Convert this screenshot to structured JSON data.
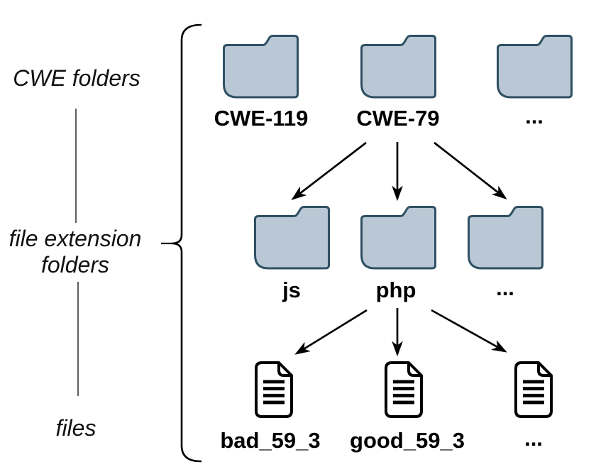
{
  "diagram": {
    "background": "#ffffff",
    "side_labels": [
      {
        "id": "cwe-folders",
        "label": "CWE folders"
      },
      {
        "id": "file-extension-folders",
        "label": "file extension folders"
      },
      {
        "id": "files",
        "label": "files"
      }
    ],
    "rows": [
      {
        "level": "CWE folders",
        "icon": "folder-icon",
        "items": [
          {
            "label": "CWE-119"
          },
          {
            "label": "CWE-79"
          },
          {
            "label": "..."
          }
        ]
      },
      {
        "level": "file extension folders",
        "icon": "folder-icon",
        "items": [
          {
            "label": "js"
          },
          {
            "label": "php"
          },
          {
            "label": "..."
          }
        ]
      },
      {
        "level": "files",
        "icon": "file-icon",
        "items": [
          {
            "label": "bad_59_3"
          },
          {
            "label": "good_59_3"
          },
          {
            "label": "..."
          }
        ]
      }
    ],
    "colors": {
      "folder_fill": "#b9c8d4",
      "folder_border": "#2f5063",
      "ink": "#000000",
      "side_line": "#4d4d4d"
    }
  }
}
